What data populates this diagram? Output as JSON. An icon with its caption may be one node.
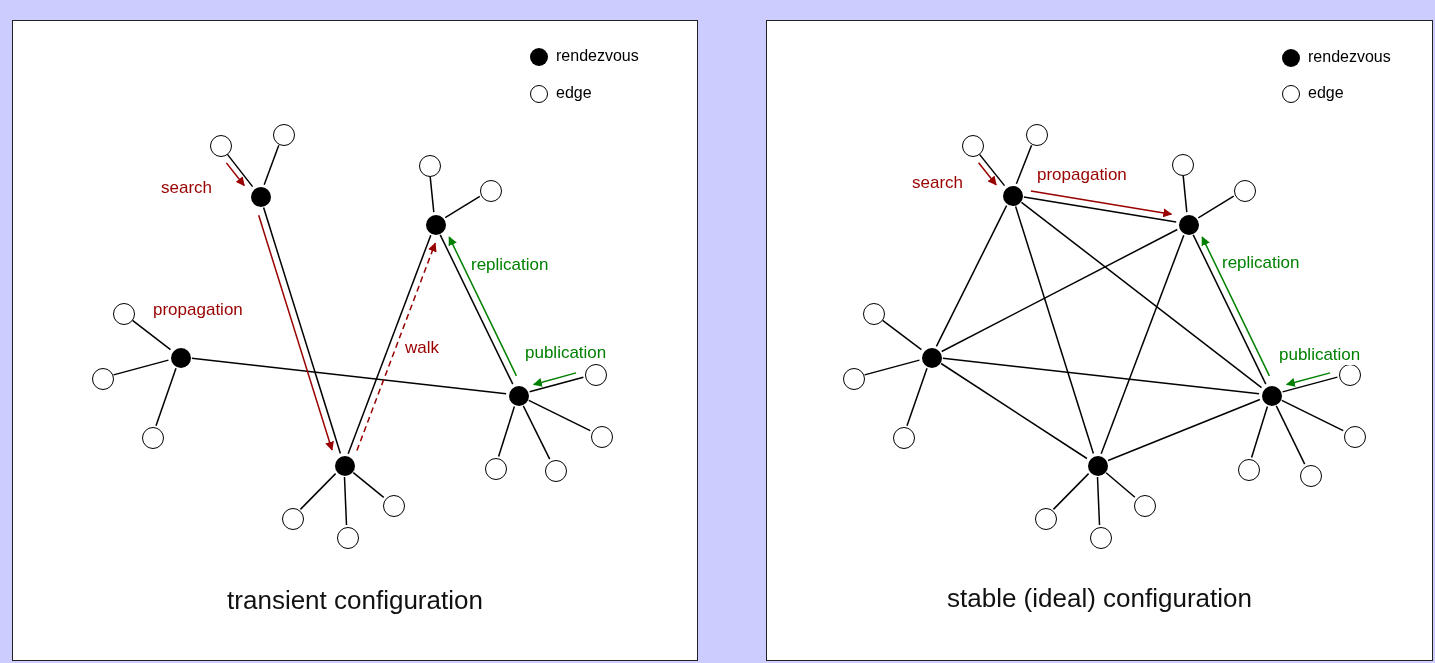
{
  "diagram": {
    "nodes": [
      {
        "text": [
          "transient configuration"
        ]
      },
      {
        "text": [],
        "shape": "circle",
        "in": 0
      },
      {
        "text": [],
        "shape": "circle",
        "in": 0
      },
      {
        "text": [],
        "shape": "circle",
        "in": 0
      },
      {
        "text": [],
        "shape": "circle",
        "in": 0
      },
      {
        "text": [],
        "shape": "circle",
        "in": 0
      },
      {
        "text": [],
        "shape": "circle",
        "in": 0
      },
      {
        "text": [],
        "shape": "circle",
        "in": 0
      },
      {
        "text": [],
        "shape": "circle",
        "in": 0
      },
      {
        "text": [],
        "shape": "circle",
        "in": 0
      },
      {
        "text": [],
        "shape": "circle",
        "in": 0
      },
      {
        "text": [],
        "shape": "circle",
        "in": 0
      },
      {
        "text": [],
        "shape": "circle",
        "in": 0
      },
      {
        "text": [],
        "shape": "circle",
        "in": 0
      },
      {
        "text": [],
        "shape": "circle",
        "in": 0
      },
      {
        "text": [],
        "shape": "circle",
        "in": 0
      },
      {
        "text": [],
        "shape": "circle",
        "in": 0
      },
      {
        "text": [],
        "shape": "circle",
        "in": 0
      },
      {
        "text": [],
        "shape": "circle",
        "in": 0
      },
      {
        "text": [],
        "shape": "circle",
        "in": 0
      },
      {
        "text": [
          "stable (ideal) configuration"
        ]
      },
      {
        "text": [],
        "shape": "circle",
        "in": 20
      },
      {
        "text": [],
        "shape": "circle",
        "in": 20
      },
      {
        "text": [],
        "shape": "circle",
        "in": 20
      },
      {
        "text": [],
        "shape": "circle",
        "in": 20
      },
      {
        "text": [],
        "shape": "circle",
        "in": 20
      },
      {
        "text": [],
        "shape": "circle",
        "in": 20
      },
      {
        "text": [],
        "shape": "circle",
        "in": 20
      },
      {
        "text": [],
        "shape": "circle",
        "in": 20
      },
      {
        "text": [],
        "shape": "circle",
        "in": 20
      },
      {
        "text": [],
        "shape": "circle",
        "in": 20
      },
      {
        "text": [],
        "shape": "circle",
        "in": 20
      },
      {
        "text": [],
        "shape": "circle",
        "in": 20
      },
      {
        "text": [],
        "shape": "circle",
        "in": 20
      },
      {
        "text": [],
        "shape": "circle",
        "in": 20
      },
      {
        "text": [],
        "shape": "circle",
        "in": 20
      },
      {
        "text": [],
        "shape": "circle",
        "in": 20
      },
      {
        "text": [],
        "shape": "circle",
        "in": 20
      },
      {
        "text": [],
        "shape": "circle",
        "in": 20
      },
      {
        "text": [],
        "shape": "circle",
        "in": 20
      }
    ],
    "edges": [
      {
        "from": 1,
        "to": 16,
        "arrow": "none"
      },
      {
        "from": 7,
        "to": 11,
        "arrow": "none"
      },
      {
        "from": 16,
        "to": 4,
        "arrow": "none"
      },
      {
        "from": 4,
        "to": 11,
        "arrow": "none"
      },
      {
        "from": 1,
        "to": 2,
        "arrow": "none"
      },
      {
        "from": 1,
        "to": 3,
        "arrow": "none"
      },
      {
        "from": 4,
        "to": 5,
        "arrow": "none"
      },
      {
        "from": 4,
        "to": 6,
        "arrow": "none"
      },
      {
        "from": 7,
        "to": 8,
        "arrow": "none"
      },
      {
        "from": 7,
        "to": 9,
        "arrow": "none"
      },
      {
        "from": 7,
        "to": 10,
        "arrow": "none"
      },
      {
        "from": 11,
        "to": 12,
        "arrow": "none"
      },
      {
        "from": 11,
        "to": 13,
        "arrow": "none"
      },
      {
        "from": 11,
        "to": 14,
        "arrow": "none"
      },
      {
        "from": 11,
        "to": 15,
        "arrow": "none"
      },
      {
        "from": 16,
        "to": 17,
        "arrow": "none"
      },
      {
        "from": 16,
        "to": 18,
        "arrow": "none"
      },
      {
        "from": 16,
        "to": 19,
        "arrow": "none"
      },
      {
        "from": 2,
        "to": 1,
        "arrow": "to",
        "label": "search",
        "color": "#990000"
      },
      {
        "from": 1,
        "to": 16,
        "arrow": "to",
        "label": "propagation",
        "color": "#990000"
      },
      {
        "from": 16,
        "to": 4,
        "arrow": "to",
        "label": "walk",
        "color": "#990000",
        "style": "dashed"
      },
      {
        "from": 11,
        "to": 4,
        "arrow": "to",
        "label": "replication",
        "color": "#008000"
      },
      {
        "from": 12,
        "to": 11,
        "arrow": "to",
        "label": "publication",
        "color": "#008000"
      },
      {
        "from": 21,
        "to": 24,
        "arrow": "none"
      },
      {
        "from": 21,
        "to": 27,
        "arrow": "none"
      },
      {
        "from": 21,
        "to": 36,
        "arrow": "none"
      },
      {
        "from": 21,
        "to": 31,
        "arrow": "none"
      },
      {
        "from": 24,
        "to": 27,
        "arrow": "none"
      },
      {
        "from": 24,
        "to": 36,
        "arrow": "none"
      },
      {
        "from": 24,
        "to": 31,
        "arrow": "none"
      },
      {
        "from": 27,
        "to": 31,
        "arrow": "none"
      },
      {
        "from": 27,
        "to": 36,
        "arrow": "none"
      },
      {
        "from": 36,
        "to": 31,
        "arrow": "none"
      },
      {
        "from": 21,
        "to": 22,
        "arrow": "none"
      },
      {
        "from": 21,
        "to": 23,
        "arrow": "none"
      },
      {
        "from": 24,
        "to": 25,
        "arrow": "none"
      },
      {
        "from": 24,
        "to": 26,
        "arrow": "none"
      },
      {
        "from": 27,
        "to": 28,
        "arrow": "none"
      },
      {
        "from": 27,
        "to": 29,
        "arrow": "none"
      },
      {
        "from": 27,
        "to": 30,
        "arrow": "none"
      },
      {
        "from": 31,
        "to": 32,
        "arrow": "none"
      },
      {
        "from": 31,
        "to": 33,
        "arrow": "none"
      },
      {
        "from": 31,
        "to": 34,
        "arrow": "none"
      },
      {
        "from": 31,
        "to": 35,
        "arrow": "none"
      },
      {
        "from": 36,
        "to": 37,
        "arrow": "none"
      },
      {
        "from": 36,
        "to": 38,
        "arrow": "none"
      },
      {
        "from": 36,
        "to": 39,
        "arrow": "none"
      },
      {
        "from": 22,
        "to": 21,
        "arrow": "to",
        "label": "search",
        "color": "#990000"
      },
      {
        "from": 21,
        "to": 24,
        "arrow": "to",
        "label": "propagation",
        "color": "#990000"
      },
      {
        "from": 31,
        "to": 24,
        "arrow": "to",
        "label": "replication",
        "color": "#008000"
      },
      {
        "from": 32,
        "to": 31,
        "arrow": "to",
        "label": "publication",
        "color": "#008000"
      }
    ],
    "legend": [
      {
        "text": "rendezvous"
      },
      {
        "text": "edge"
      },
      {
        "text": "rendezvous"
      },
      {
        "text": "edge"
      }
    ]
  }
}
